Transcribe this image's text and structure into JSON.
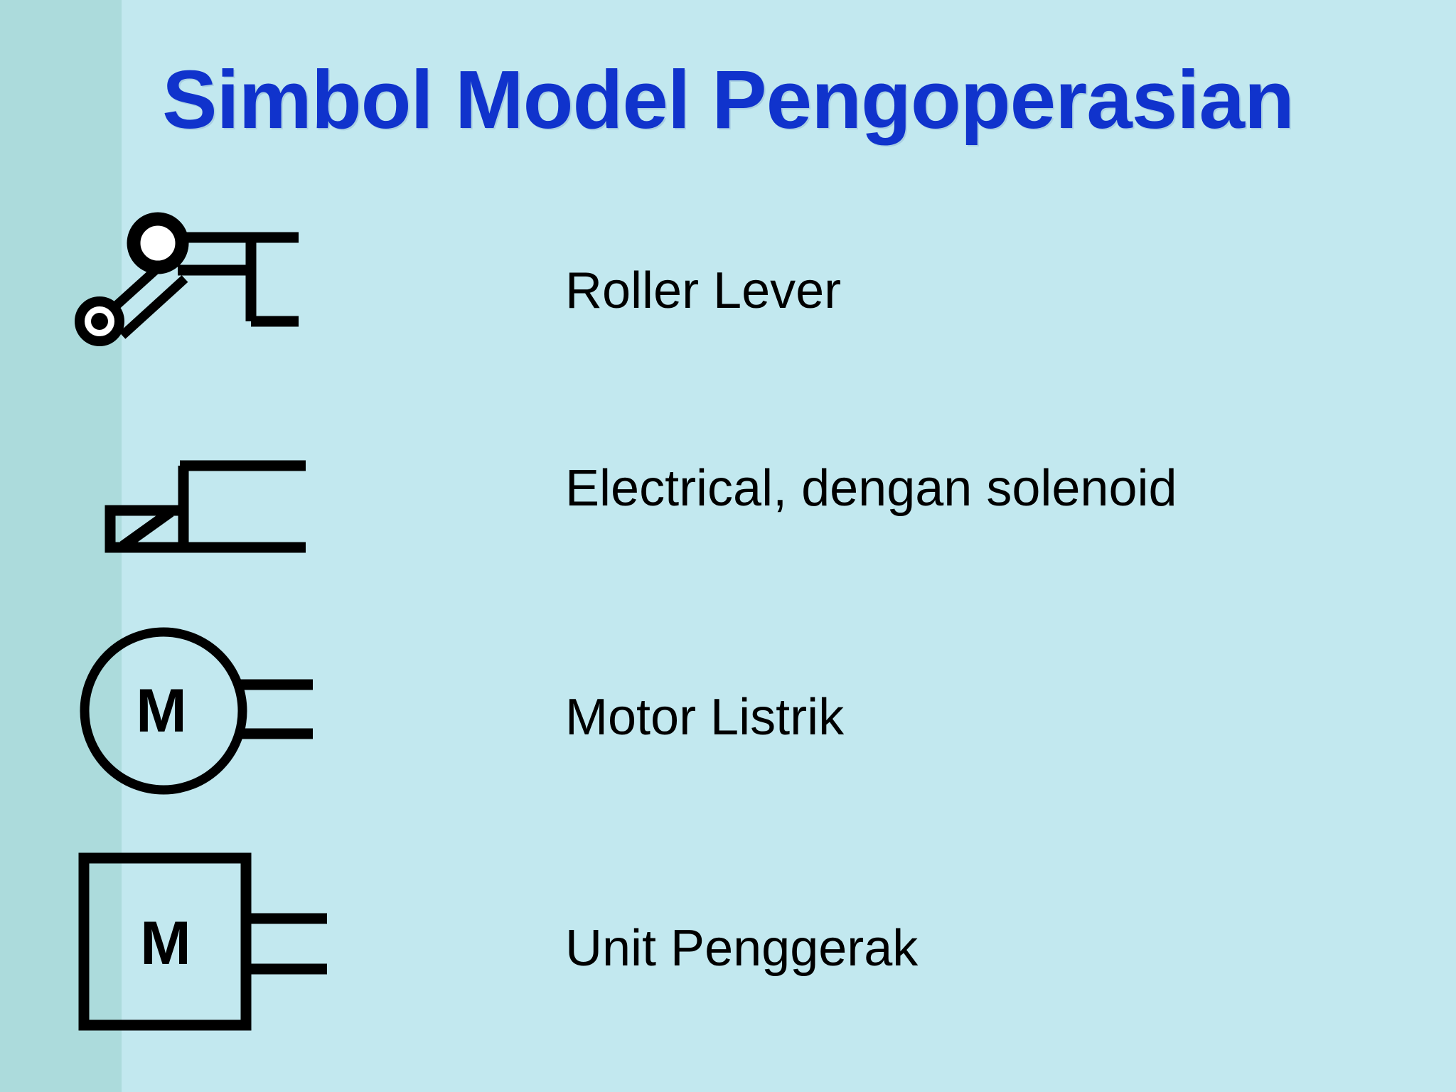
{
  "slide": {
    "title": "Simbol Model Pengoperasian",
    "title_color": "#1033cc",
    "background_color": "#c2e8ef",
    "band_color": "#acdbdc",
    "line_color": "#000000"
  },
  "symbols": [
    {
      "id": "roller-lever",
      "icon": "roller-lever-symbol",
      "label": "Roller Lever",
      "inner_text": ""
    },
    {
      "id": "electrical-solenoid",
      "icon": "solenoid-symbol",
      "label": "Electrical, dengan solenoid",
      "inner_text": ""
    },
    {
      "id": "electric-motor",
      "icon": "motor-circle-symbol",
      "label": "Motor Listrik",
      "inner_text": "M"
    },
    {
      "id": "drive-unit",
      "icon": "drive-unit-square-symbol",
      "label": "Unit Penggerak",
      "inner_text": "M"
    }
  ]
}
